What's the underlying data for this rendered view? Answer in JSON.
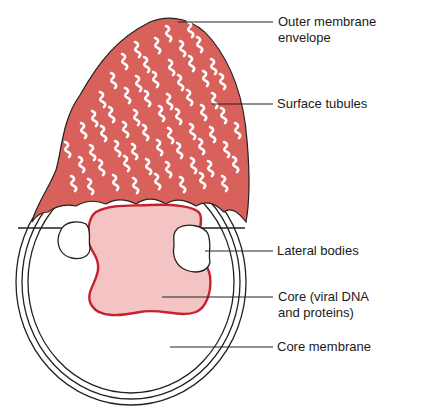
{
  "diagram": {
    "labels": [
      "Outer membrane envelope",
      "Surface tubules",
      "Lateral bodies",
      "Core (viral DNA and proteins)",
      "Core membrane"
    ]
  }
}
